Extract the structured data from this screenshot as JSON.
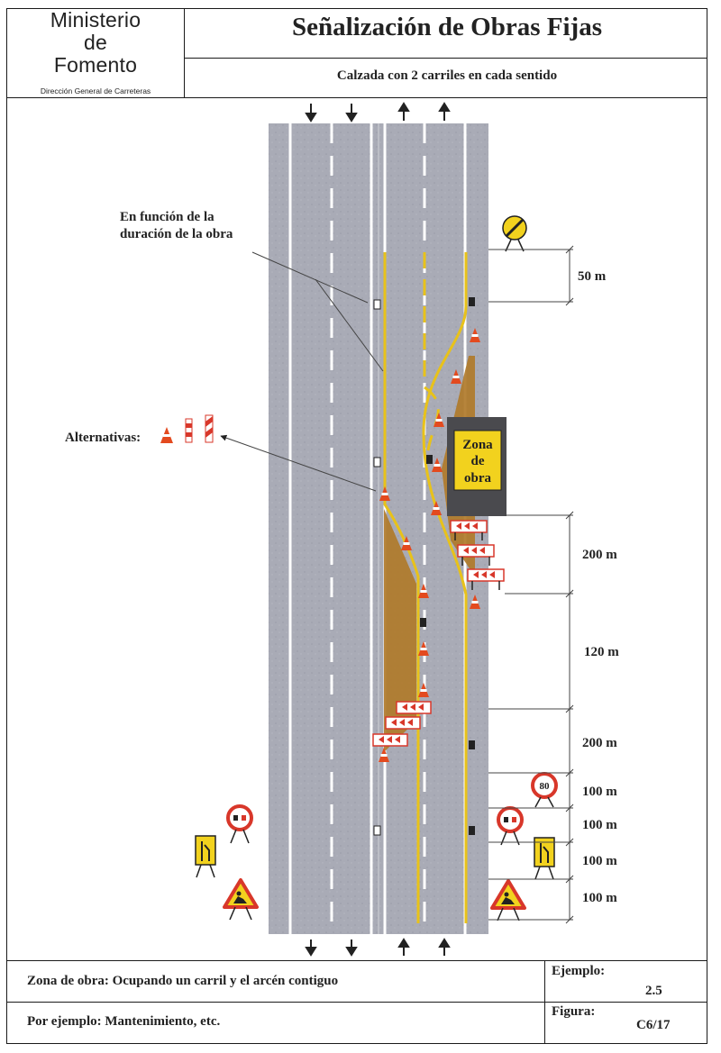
{
  "header": {
    "ministry_line1": "Ministerio",
    "ministry_line2": "de",
    "ministry_line3": "Fomento",
    "ministry_sub": "Dirección General de Carreteras",
    "title": "Señalización de Obras Fijas",
    "subtitle": "Calzada con 2 carriles en cada sentido"
  },
  "annotations": {
    "duration_line1": "En función de la",
    "duration_line2": "duración de la obra",
    "alternatives": "Alternativas:",
    "zone_line1": "Zona",
    "zone_line2": "de",
    "zone_line3": "obra"
  },
  "distances": [
    "50 m",
    "200 m",
    "120 m",
    "200 m",
    "100 m",
    "100 m",
    "100 m",
    "100 m"
  ],
  "signs": {
    "speed_limit": "80"
  },
  "footer": {
    "zone_desc": "Zona de obra: Ocupando un carril y el arcén contiguo",
    "example_desc": "Por ejemplo: Mantenimiento, etc.",
    "ejemplo_label": "Ejemplo:",
    "ejemplo_value": "2.5",
    "figura_label": "Figura:",
    "figura_value": "C6/17"
  },
  "colors": {
    "road": "#a9abb6",
    "yellow_line": "#e8c21a",
    "work_area": "#b07a2a",
    "sign_red": "#d8372a",
    "sign_yellow": "#f2d21e"
  }
}
